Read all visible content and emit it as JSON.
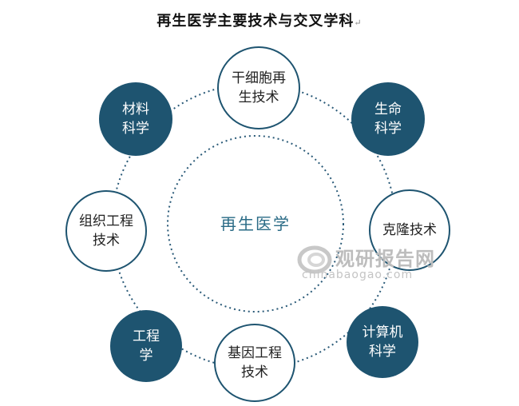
{
  "title": "再生医学主要技术与交叉学科",
  "title_mark": "↵",
  "center": "再生医学",
  "nodes": {
    "stem_cell": "干细胞再\n生技术",
    "materials": "材料\n科学",
    "life_science": "生命\n科学",
    "tissue_eng": "组织工程\n技术",
    "cloning": "克隆技术",
    "engineering": "工程\n学",
    "gene_eng": "基因工程\n技术",
    "computer": "计算机\n科学"
  },
  "watermark": {
    "name": "观研报告网",
    "url": "chinabaogao.com"
  },
  "colors": {
    "dark_node": "#1e5470",
    "ring": "#2a5a78",
    "center_text": "#2a6b86"
  }
}
